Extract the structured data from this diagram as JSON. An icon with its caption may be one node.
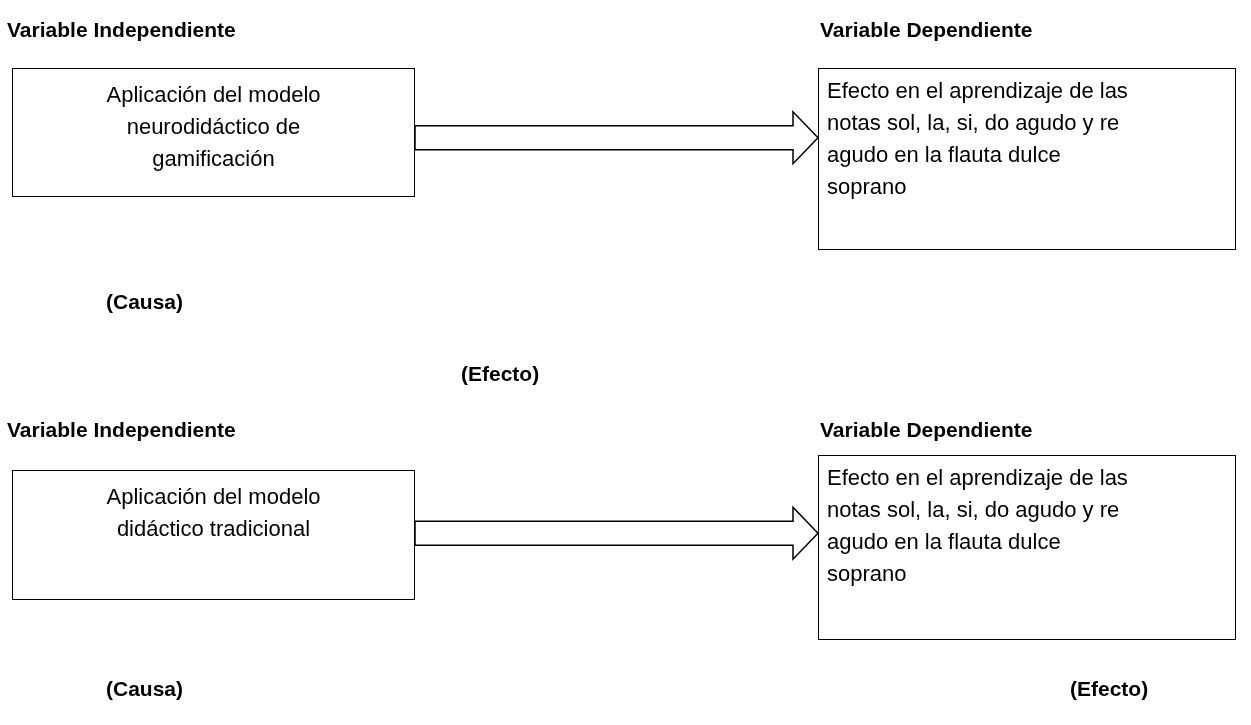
{
  "diagram": {
    "nodes": [
      {
        "text": [
          "Variable Independiente",
          "Aplicación del modelo neurodidáctico de gamificación"
        ]
      },
      {
        "text": [
          "Variable Dependiente",
          "Efecto en el aprendizaje de las notas sol, la, si, do agudo y re agudo en la flauta dulce soprano"
        ]
      },
      {
        "text": [
          "Variable Independiente",
          "Aplicación del modelo didáctico tradicional"
        ],
        "beside": [
          "(Causa)"
        ]
      },
      {
        "text": [
          "Variable Dependiente",
          "Efecto en el aprendizaje de las notas sol, la, si, do agudo y re agudo en la flauta dulce soprano"
        ],
        "beside": [
          "(Efecto)"
        ]
      }
    ],
    "edges": [
      {
        "from": 0,
        "to": 1,
        "arrow": "to"
      },
      {
        "from": 2,
        "to": 3,
        "arrow": "to"
      }
    ],
    "labels": [
      "(Causa)",
      "(Efecto)"
    ]
  }
}
